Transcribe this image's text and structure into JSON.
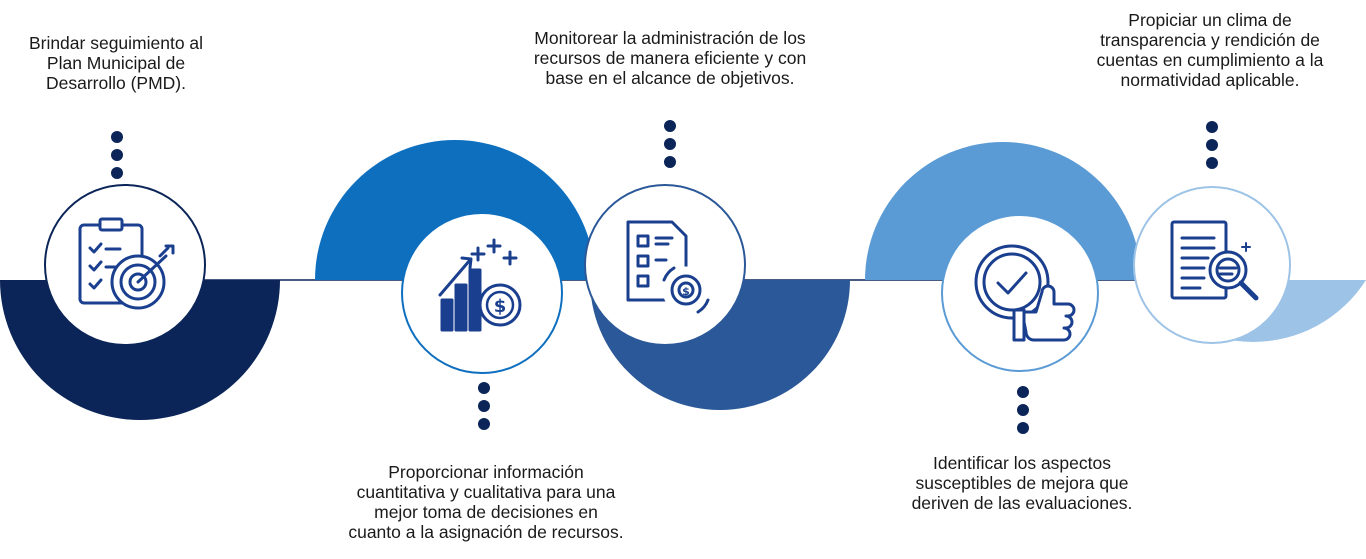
{
  "colors": {
    "navy": "#0b2559",
    "blue": "#0e6fbf",
    "steel": "#2b5898",
    "sky": "#5b9bd5",
    "pale": "#9dc3e6",
    "icon": "#1b3f8f",
    "dot": "#0b2559",
    "connector": "#0b2559",
    "text": "#1a1a1a"
  },
  "steps": [
    {
      "id": "step-1",
      "icon": "clipboard-target-icon",
      "caption_lines": [
        "Brindar seguimiento al",
        "Plan Municipal de",
        "Desarrollo (PMD)."
      ]
    },
    {
      "id": "step-2",
      "icon": "growth-chart-money-icon",
      "caption_lines": [
        "Proporcionar información",
        "cuantitativa y cualitativa para una",
        "mejor toma de decisiones en",
        "cuanto a la asignación de recursos."
      ]
    },
    {
      "id": "step-3",
      "icon": "checklist-gear-icon",
      "caption_lines": [
        "Monitorear la administración de los",
        "recursos de manera eficiente y con",
        "base en el alcance de objetivos."
      ]
    },
    {
      "id": "step-4",
      "icon": "thumbs-up-check-icon",
      "caption_lines": [
        "Identificar los aspectos",
        "susceptibles de mejora que",
        "deriven de las evaluaciones."
      ]
    },
    {
      "id": "step-5",
      "icon": "document-magnifier-icon",
      "caption_lines": [
        "Propiciar un clima de",
        "transparencia y rendición de",
        "cuentas en cumplimiento a la",
        "normatividad aplicable."
      ]
    }
  ]
}
